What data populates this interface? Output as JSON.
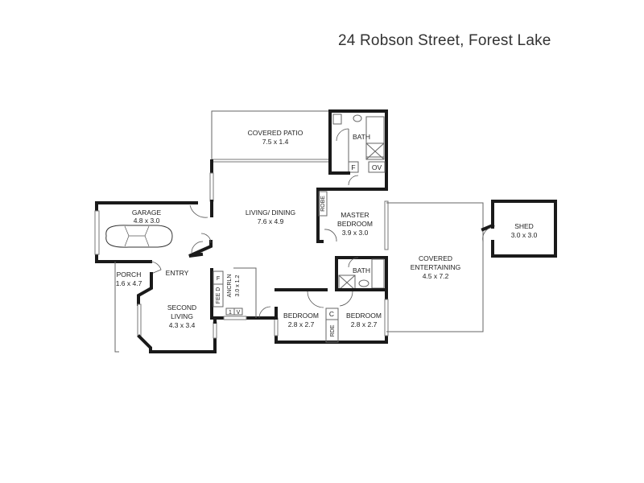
{
  "title": "24 Robson Street, Forest Lake",
  "rooms": {
    "covered_patio": {
      "name": "COVERED PATIO",
      "size": "7.5 x 1.4"
    },
    "bath1": {
      "name": "BATH"
    },
    "fridge": {
      "name": "F"
    },
    "oven": {
      "name": "OV"
    },
    "garage": {
      "name": "GARAGE",
      "size": "4.8 x 3.0"
    },
    "living_dining": {
      "name": "LIVING/ DINING",
      "size": "7.6 x 4.9"
    },
    "robe_master": {
      "name": "ROBE"
    },
    "master_bedroom": {
      "name": "MASTER",
      "name2": "BEDROOM",
      "size": "3.9 x 3.0"
    },
    "shed": {
      "name": "SHED",
      "size": "3.0 x 3.0"
    },
    "covered_entertaining": {
      "name": "COVERED",
      "name2": "ENTERTAINING",
      "size": "4.5 x 7.2"
    },
    "bath2": {
      "name": "BATH"
    },
    "porch": {
      "name": "PORCH",
      "size": "1.6 x 4.7"
    },
    "entry": {
      "name": "ENTRY"
    },
    "second_living": {
      "name": "SECOND",
      "name2": "LIVING",
      "size": "4.3 x 3.4"
    },
    "f_cupboard": {
      "name": "F"
    },
    "feed": {
      "name": "FEE D"
    },
    "ancrln": {
      "name": "ANCRLN",
      "size": "3.0 x 1.2"
    },
    "cupboards": [
      "1",
      "V"
    ],
    "bedroom2": {
      "name": "BEDROOM",
      "size": "2.8 x 2.7"
    },
    "linen": {
      "name": "C"
    },
    "robe": {
      "name": "RDE"
    },
    "bedroom3": {
      "name": "BEDROOM",
      "size": "2.8 x 2.7"
    }
  }
}
